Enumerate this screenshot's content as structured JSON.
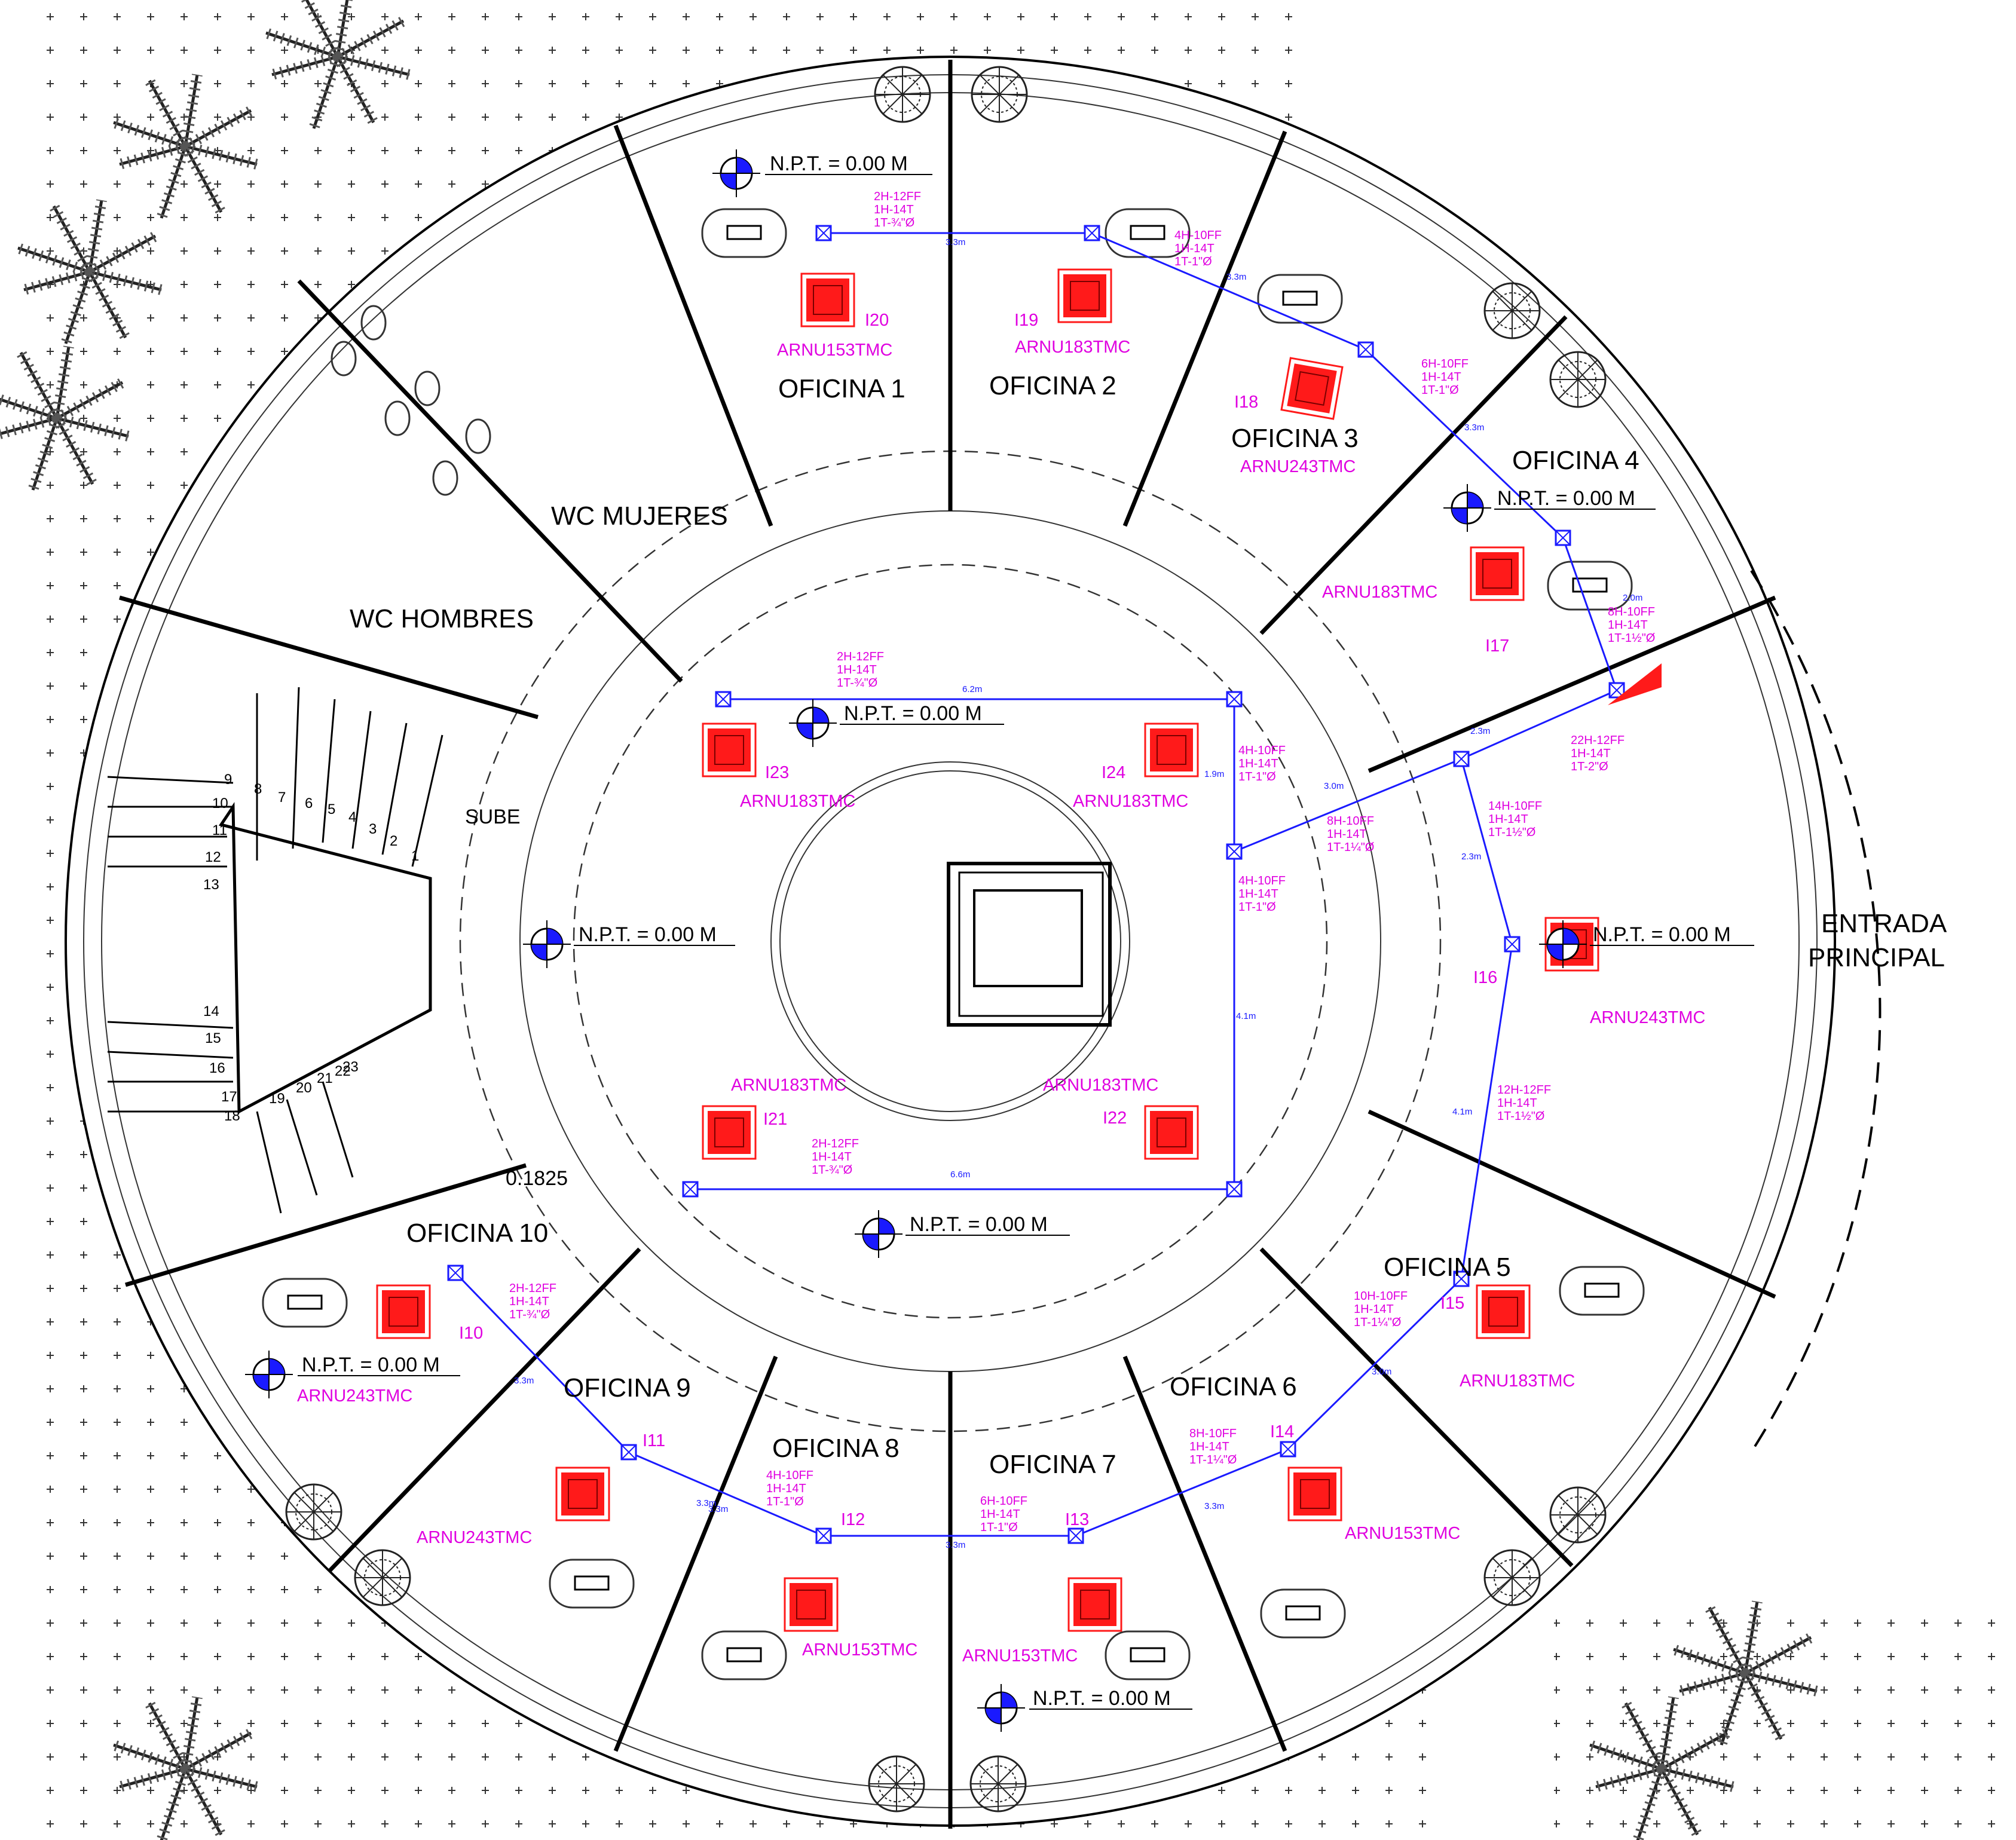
{
  "rooms": {
    "oficina1": "OFICINA 1",
    "oficina2": "OFICINA 2",
    "oficina3": "OFICINA 3",
    "oficina4": "OFICINA 4",
    "oficina5": "OFICINA 5",
    "oficina6": "OFICINA 6",
    "oficina7": "OFICINA 7",
    "oficina8": "OFICINA 8",
    "oficina9": "OFICINA 9",
    "oficina10": "OFICINA 10",
    "wc_mujeres": "WC MUJERES",
    "wc_hombres": "WC HOMBRES",
    "entrada_line1": "ENTRADA",
    "entrada_line2": "PRINCIPAL"
  },
  "level_markers": {
    "label": "N.P.T. = 0.00 M"
  },
  "stairs": {
    "label": "SUBE",
    "offset": "0.1825",
    "steps": [
      "1",
      "2",
      "3",
      "4",
      "5",
      "6",
      "7",
      "8",
      "9",
      "10",
      "11",
      "12",
      "13",
      "14",
      "15",
      "16",
      "17",
      "18",
      "19",
      "20",
      "21",
      "22",
      "23"
    ]
  },
  "units": [
    {
      "id": "I10",
      "model": "ARNU243TMC"
    },
    {
      "id": "I11",
      "model": "ARNU243TMC"
    },
    {
      "id": "I12",
      "model": "ARNU153TMC"
    },
    {
      "id": "I13",
      "model": "ARNU153TMC"
    },
    {
      "id": "I14",
      "model": "ARNU153TMC"
    },
    {
      "id": "I15",
      "model": "ARNU183TMC"
    },
    {
      "id": "I16",
      "model": "ARNU243TMC"
    },
    {
      "id": "I17",
      "model": "ARNU183TMC"
    },
    {
      "id": "I18",
      "model": "ARNU243TMC"
    },
    {
      "id": "I19",
      "model": "ARNU183TMC"
    },
    {
      "id": "I20",
      "model": "ARNU153TMC"
    },
    {
      "id": "I21",
      "model": "ARNU183TMC"
    },
    {
      "id": "I22",
      "model": "ARNU183TMC"
    },
    {
      "id": "I23",
      "model": "ARNU183TMC"
    },
    {
      "id": "I24",
      "model": "ARNU183TMC"
    }
  ],
  "cable_specs": [
    [
      "2H-12FF",
      "1H-14T",
      "1T-¾\"Ø"
    ],
    [
      "4H-10FF",
      "1H-14T",
      "1T-1\"Ø"
    ],
    [
      "6H-10FF",
      "1H-14T",
      "1T-1\"Ø"
    ],
    [
      "8H-10FF",
      "1H-14T",
      "1T-1½\"Ø"
    ],
    [
      "22H-12FF",
      "1H-14T",
      "1T-2\"Ø"
    ],
    [
      "14H-10FF",
      "1H-14T",
      "1T-1½\"Ø"
    ],
    [
      "2H-12FF",
      "1H-14T",
      "1T-¾\"Ø"
    ],
    [
      "4H-10FF",
      "1H-14T",
      "1T-1\"Ø"
    ],
    [
      "8H-10FF",
      "1H-14T",
      "1T-1¼\"Ø"
    ],
    [
      "4H-10FF",
      "1H-14T",
      "1T-1\"Ø"
    ],
    [
      "12H-12FF",
      "1H-14T",
      "1T-1½\"Ø"
    ],
    [
      "2H-12FF",
      "1H-14T",
      "1T-¾\"Ø"
    ],
    [
      "10H-10FF",
      "1H-14T",
      "1T-1¼\"Ø"
    ],
    [
      "8H-10FF",
      "1H-14T",
      "1T-1¼\"Ø"
    ],
    [
      "6H-10FF",
      "1H-14T",
      "1T-1\"Ø"
    ],
    [
      "4H-10FF",
      "1H-14T",
      "1T-1\"Ø"
    ],
    [
      "2H-12FF",
      "1H-14T",
      "1T-¾\"Ø"
    ]
  ],
  "distances": [
    "3.3m",
    "3.3m",
    "3.3m",
    "2.0m",
    "2.3m",
    "3.0m",
    "2.3m",
    "6.2m",
    "1.9m",
    "4.1m",
    "6.6m",
    "4.1m",
    "3.0m",
    "3.3m",
    "3.3m",
    "3.3m",
    "3.3m",
    "3.3m"
  ],
  "colors": {
    "equipment": "#ff1a1a",
    "annotation": "#e000e0",
    "piping": "#1a1aff",
    "walls": "#000000"
  }
}
